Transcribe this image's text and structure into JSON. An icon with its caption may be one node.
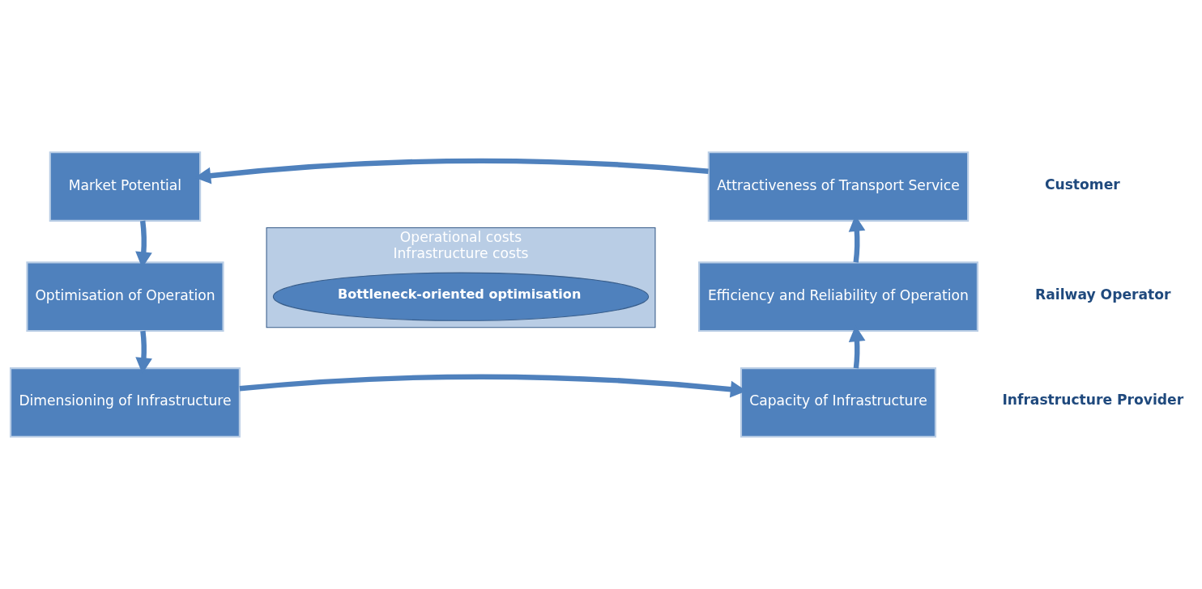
{
  "diagram": {
    "nodes": [
      {
        "text": [
          "Market Potential"
        ]
      },
      {
        "text": [
          "Attractiveness of Transport Service"
        ]
      },
      {
        "text": [
          "Optimisation of Operation"
        ]
      },
      {
        "text": [
          "Efficiency and Reliability of Operation"
        ]
      },
      {
        "text": [
          "Dimensioning of Infrastructure"
        ]
      },
      {
        "text": [
          "Capacity of Infrastructure"
        ]
      },
      {
        "text": [
          "Operational costs",
          "Infrastructure costs"
        ]
      },
      {
        "text": [
          "Bottleneck-oriented optimisation"
        ],
        "in": 6
      }
    ],
    "edges": [
      {
        "from": 1,
        "to": 0,
        "arrow": "to"
      },
      {
        "from": 0,
        "to": 2,
        "arrow": "to"
      },
      {
        "from": 2,
        "to": 4,
        "arrow": "to"
      },
      {
        "from": 4,
        "to": 5,
        "arrow": "to"
      },
      {
        "from": 5,
        "to": 3,
        "arrow": "to"
      },
      {
        "from": 3,
        "to": 1,
        "arrow": "to"
      }
    ],
    "labels": [
      "Customer",
      "Railway Operator",
      "Infrastructure Provider"
    ]
  }
}
